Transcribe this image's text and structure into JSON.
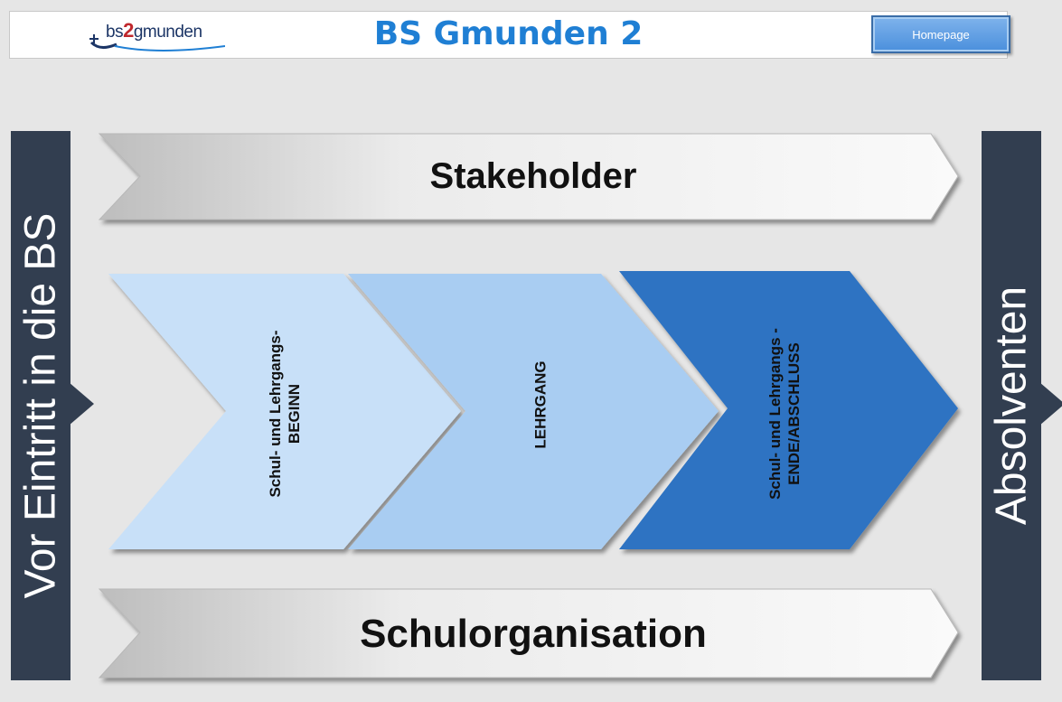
{
  "header": {
    "logo_text_pre": "bs",
    "logo_text_num": "2",
    "logo_text_post": "gmunden",
    "title": "BS Gmunden 2",
    "homepage_label": "Homepage"
  },
  "diagram": {
    "left_bar": "Vor Eintritt in die BS",
    "right_bar": "Absolventen",
    "top_band": "Stakeholder",
    "bottom_band": "Schulorganisation",
    "phases": [
      {
        "line1": "Schul- und Lehrgangs-",
        "line2": "BEGINN",
        "fill": "#c8e0f8"
      },
      {
        "line1": "LEHRGANG",
        "line2": "",
        "fill": "#a9cdf2"
      },
      {
        "line1": "Schul- und Lehrgangs -",
        "line2": "ENDE/ABSCHLUSS",
        "fill": "#2e73c2"
      }
    ],
    "colors": {
      "side_bars": "#323e50",
      "title": "#1f7fd4",
      "band_fill": "#f4f4f4"
    }
  }
}
